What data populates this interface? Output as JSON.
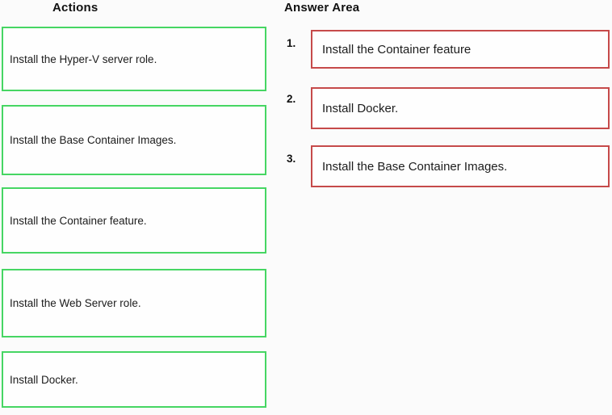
{
  "colors": {
    "action_border": "#46d663",
    "answer_border": "#c64a4a",
    "background": "#fbfbfb",
    "text": "#1c1c1c"
  },
  "actions": {
    "title": "Actions",
    "items": [
      {
        "label": "Install the Hyper-V server role."
      },
      {
        "label": "Install the Base Container Images."
      },
      {
        "label": "Install the Container feature."
      },
      {
        "label": "Install the Web Server role."
      },
      {
        "label": "Install Docker."
      }
    ]
  },
  "answer_area": {
    "title": "Answer Area",
    "items": [
      {
        "number": "1.",
        "label": "Install the Container feature"
      },
      {
        "number": "2.",
        "label": "Install Docker."
      },
      {
        "number": "3.",
        "label": "Install the Base Container Images."
      }
    ]
  }
}
